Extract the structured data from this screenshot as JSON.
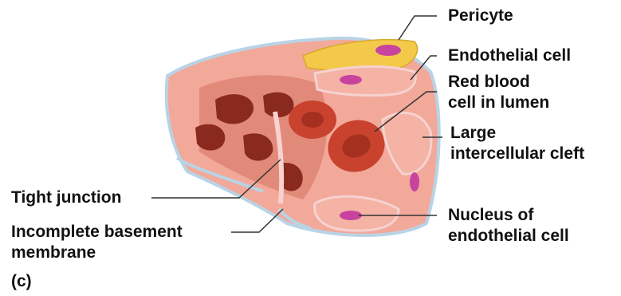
{
  "colors": {
    "cytoplasm": "#f2a99a",
    "cytoplasm_dark": "#e28a7a",
    "membrane": "#f6d2d0",
    "basement": "#b9d3e6",
    "lumen_dark": "#8a2a1f",
    "rbc": "#c8422d",
    "rbc_center": "#a5301f",
    "nucleus": "#c8439e",
    "pericyte": "#f3c94a",
    "leader_line": "#333333",
    "text": "#111111"
  },
  "labels": {
    "pericyte": "Pericyte",
    "endothelial_cell": "Endothelial cell",
    "rbc_line1": "Red blood",
    "rbc_line2": "cell in lumen",
    "cleft_line1": "Large",
    "cleft_line2": "intercellular cleft",
    "tight_junction": "Tight junction",
    "basement_line1": "Incomplete basement",
    "basement_line2": "membrane",
    "nucleus_line1": "Nucleus of",
    "nucleus_line2": "endothelial cell",
    "panel": "(c)"
  }
}
